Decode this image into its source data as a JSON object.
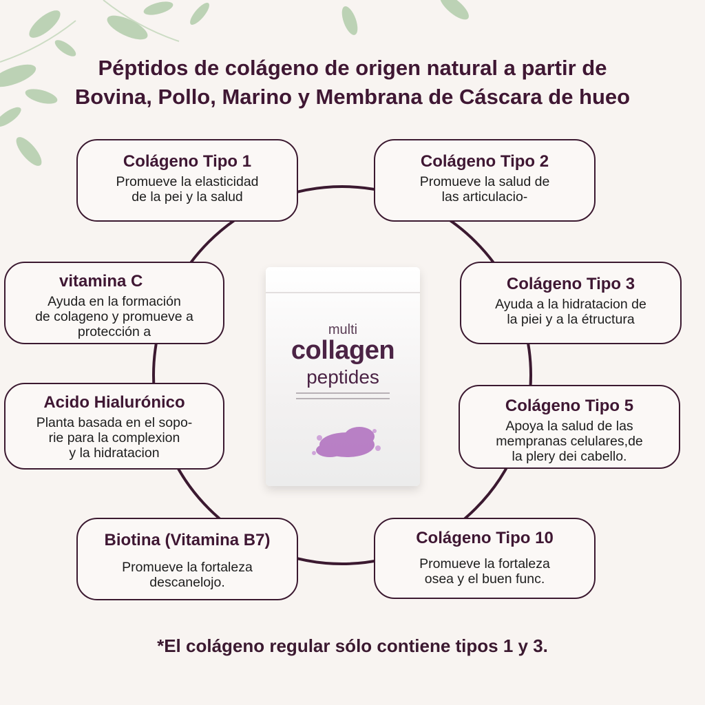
{
  "title": {
    "line1": "Péptidos de colágeno de origen natural a partir de",
    "line2": "Bovina, Pollo, Marino y Membrana de Cáscara de hueo"
  },
  "cards": [
    {
      "heading": "Colágeno Tipo 1",
      "text": "Promueve la elasticidad\nde la pei y la salud"
    },
    {
      "heading": "Colágeno Tipo 2",
      "text": "Promueve la salud de\nlas articulacio-"
    },
    {
      "heading": "vitamina C",
      "text": "Ayuda en la formación\nde colageno y promueve a\nprotección a"
    },
    {
      "heading": "Colágeno Tipo 3",
      "text": "Ayuda a la hidratacion de\nla piei y a la étructura"
    },
    {
      "heading": "Acido Hialurónico",
      "text": "Planta basada en el sopo-\nrie para la complexion\ny la hidratacion"
    },
    {
      "heading": "Colágeno Tipo 5",
      "text": "Apoya la salud de las\nmempranas celulares,de\nla plery dei cabello."
    },
    {
      "heading": "Biotina (Vitamina B7)",
      "text": "Promueve la fortaleza\ndescanelojo."
    },
    {
      "heading": "Colágeno Tipo 10",
      "text": "Promueve la fortaleza\nosea y el buen func."
    }
  ],
  "product": {
    "line1": "multi",
    "line2": "collagen",
    "line3": "peptides"
  },
  "footer": "*El colágeno regular sólo contiene tipos 1 y 3.",
  "colors": {
    "accent": "#3b1930",
    "background": "#f8f4f1",
    "leaf": "#9dbf94",
    "splash": "#a65bb8"
  }
}
